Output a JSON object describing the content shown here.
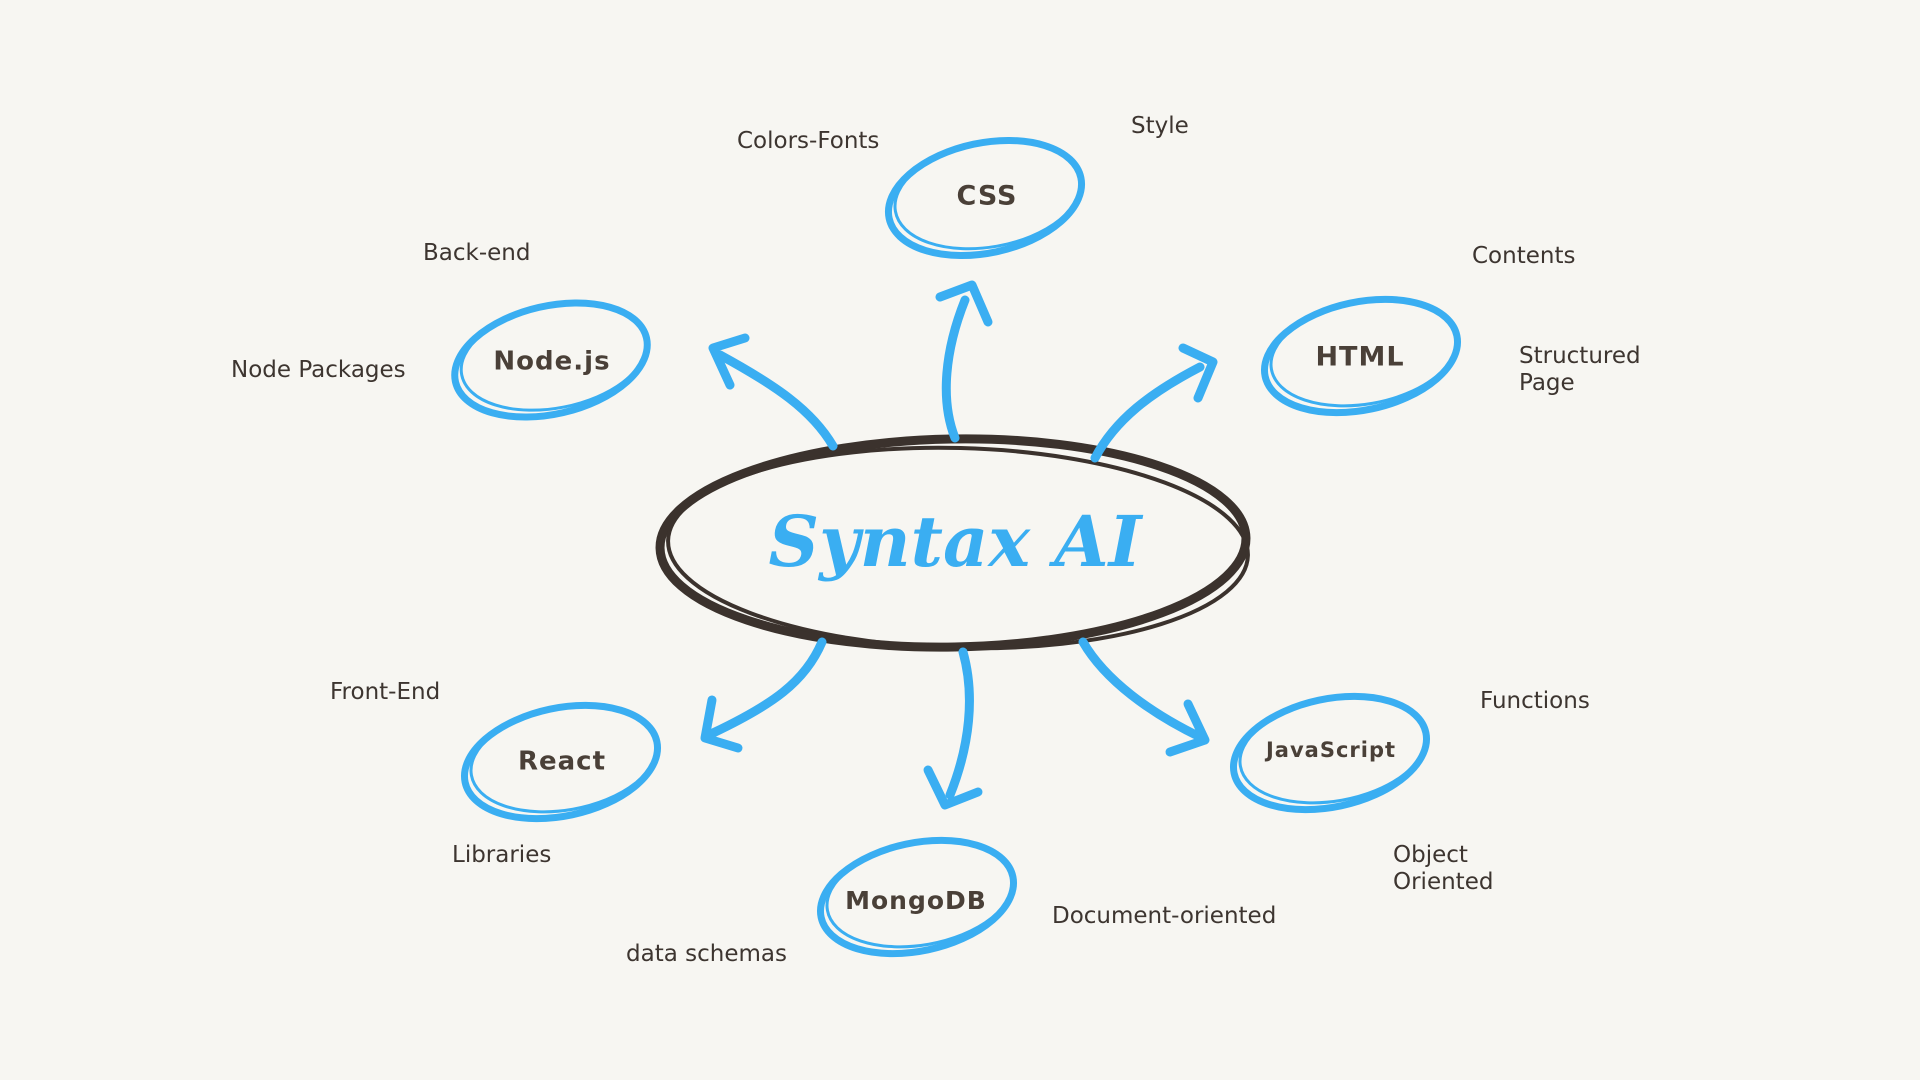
{
  "center": {
    "label": "Syntax AI"
  },
  "nodes": [
    {
      "id": "css",
      "label": "CSS",
      "notes": [
        "Colors-Fonts",
        "Style"
      ]
    },
    {
      "id": "nodejs",
      "label": "Node.js",
      "notes": [
        "Back-end",
        "Node Packages"
      ]
    },
    {
      "id": "html",
      "label": "HTML",
      "notes": [
        "Contents",
        "Structured\nPage"
      ]
    },
    {
      "id": "react",
      "label": "React",
      "notes": [
        "Front-End",
        "Libraries"
      ]
    },
    {
      "id": "mongodb",
      "label": "MongoDB",
      "notes": [
        "Document-oriented",
        "data schemas"
      ]
    },
    {
      "id": "javascript",
      "label": "JavaScript",
      "notes": [
        "Functions",
        "Object\nOriented"
      ]
    }
  ],
  "colors": {
    "accent": "#3aaef2",
    "dark": "#3b322d",
    "background": "#f7f6f2",
    "label_text": "#4a4038"
  }
}
